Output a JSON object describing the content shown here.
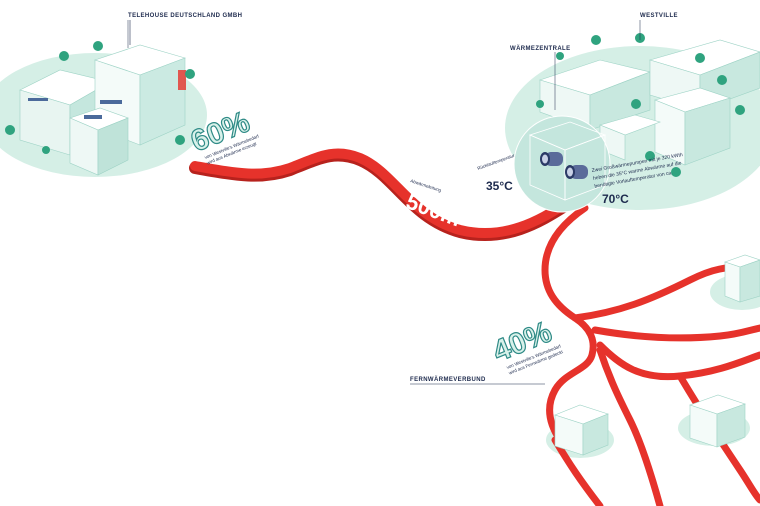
{
  "labels": {
    "telehouse": "TELEHOUSE DEUTSCHLAND GMBH",
    "westville": "WESTVILLE",
    "waermezentrale": "WÄRMEZENTRALE",
    "fernwaermeverbund": "FERNWÄRMEVERBUND"
  },
  "stats": {
    "pct60": "60%",
    "pct60_caption_1": "von Westville's Wärmebedarf",
    "pct60_caption_2": "wird aus Abwärme erzeugt",
    "pct40": "40%",
    "pct40_caption_1": "von Westville's Wärmebedarf",
    "pct40_caption_2": "wird aus Fernwärme gedeckt",
    "distance_label": "Abwärmeleitung",
    "distance_value": "500m",
    "return_label": "Rücklauftemperatur",
    "temp_in": "35°C",
    "pump_text_1": "Zwei Großwärmepumpen mit je 320 kWth",
    "pump_text_2": "heben die 35°C warme Abwärme auf die",
    "pump_text_3": "benötigte Vorlauftemperatur von ca.",
    "temp_out": "70°C"
  },
  "colors": {
    "pipe": "#e6322b",
    "pipe_dark": "#b7221d",
    "ground": "#d5efe6",
    "building": "#f2f9f7",
    "tree": "#2fa37f",
    "navy": "#1d2a4d"
  }
}
